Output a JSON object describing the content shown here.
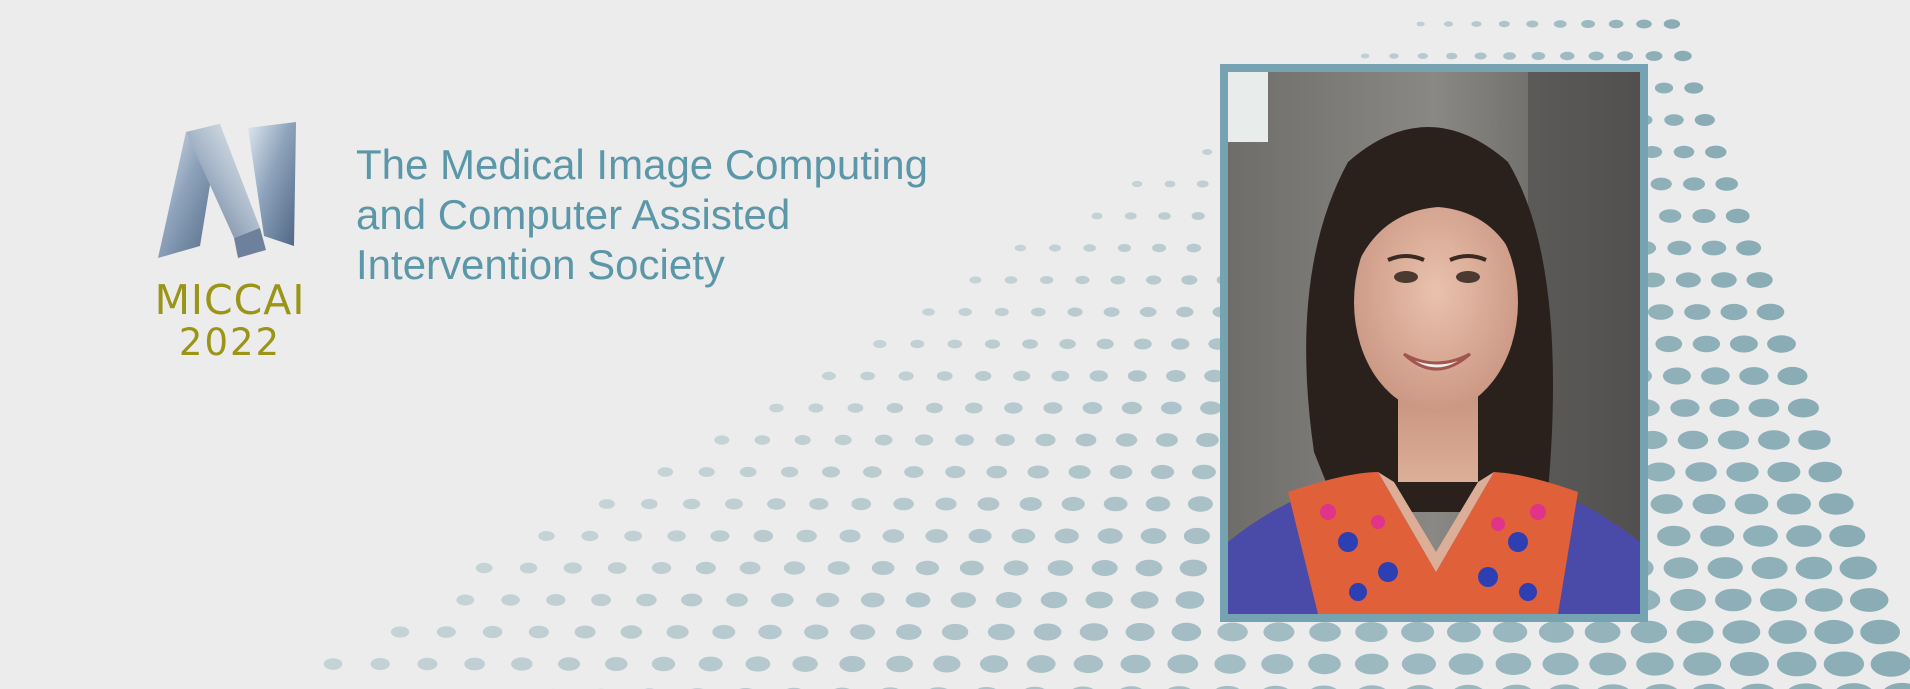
{
  "logo": {
    "name": "MICCAI",
    "year": "2022",
    "mark_icon": "miccai-m-logo-icon"
  },
  "society": {
    "lines": [
      "The Medical Image Computing",
      "and Computer Assisted",
      "Intervention Society"
    ]
  },
  "photo": {
    "icon": "portrait-photo"
  },
  "colors": {
    "background": "#ececec",
    "dots": "#7ea5af",
    "society_text": "#5b97a8",
    "logo_text": "#9a9417",
    "frame": "#75a3b1"
  }
}
